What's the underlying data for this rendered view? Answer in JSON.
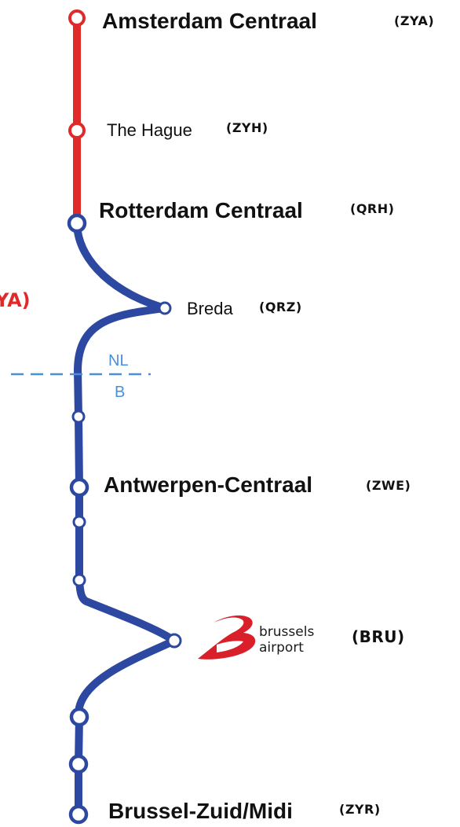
{
  "cutoff_text": "YA)",
  "border": {
    "north_label": "NL",
    "south_label": "B",
    "color": "#4a90d9"
  },
  "line_colors": {
    "netherlands": "#e02a2a",
    "belgium": "#2d48a0"
  },
  "stations": {
    "amsterdam": {
      "name": "Amsterdam Centraal",
      "code": "(ZYA)"
    },
    "hague": {
      "name": "The Hague",
      "code": "(ZYH)"
    },
    "rotterdam": {
      "name": "Rotterdam Centraal",
      "code": "(QRH)"
    },
    "breda": {
      "name": "Breda",
      "code": "(QRZ)"
    },
    "antwerpen": {
      "name": "Antwerpen-Centraal",
      "code": "(ZWE)"
    },
    "airport": {
      "logo_line1": "brussels",
      "logo_line2": "airport",
      "code": "(BRU)"
    },
    "brussel": {
      "name": "Brussel-Zuid/Midi",
      "code": "(ZYR)"
    }
  }
}
